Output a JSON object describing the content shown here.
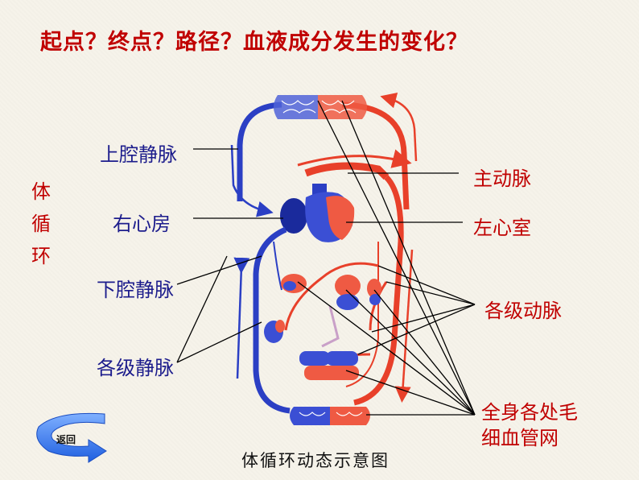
{
  "title": "起点？终点？路径？血液成分发生的变化？",
  "side_label": "体循环",
  "labels_left": {
    "svc": "上腔静脉",
    "ra": "右心房",
    "ivc": "下腔静脉",
    "veins": "各级静脉"
  },
  "labels_right": {
    "aorta": "主动脉",
    "lv": "左心室",
    "arteries": "各级动脉",
    "capillaries_line1": "全身各处毛",
    "capillaries_line2": "细血管网"
  },
  "back_button_label": "返回",
  "caption": "体循环动态示意图",
  "colors": {
    "artery": "#e8402a",
    "vein": "#2b3fc4",
    "title": "#c00000",
    "label_blue": "#1c1c8c"
  }
}
